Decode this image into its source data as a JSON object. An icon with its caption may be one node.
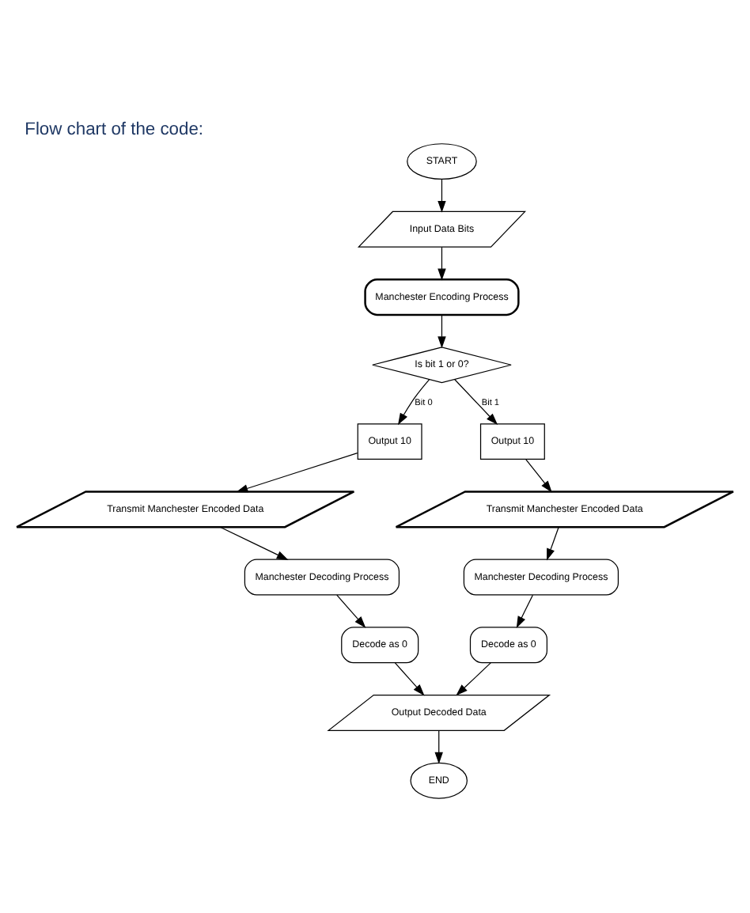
{
  "diagram": {
    "title": "Flow chart of the code:",
    "nodes": [
      {
        "text": [
          "START"
        ]
      },
      {
        "text": [
          "Input Data Bits"
        ]
      },
      {
        "text": [
          "Manchester Encoding Process"
        ]
      },
      {
        "text": [
          "Is bit 1 or 0?"
        ]
      },
      {
        "text": [
          "Output 10"
        ]
      },
      {
        "text": [
          "Output 10"
        ]
      },
      {
        "text": [
          "Transmit Manchester Encoded Data"
        ]
      },
      {
        "text": [
          "Transmit Manchester Encoded Data"
        ]
      },
      {
        "text": [
          "Manchester Decoding Process"
        ]
      },
      {
        "text": [
          "Manchester Decoding Process"
        ]
      },
      {
        "text": [
          "Decode as 0"
        ]
      },
      {
        "text": [
          "Decode as 0"
        ]
      },
      {
        "text": [
          "Output Decoded Data"
        ]
      },
      {
        "text": [
          "END"
        ]
      }
    ],
    "edges": [
      {
        "from": 0,
        "to": 1,
        "arrow": "to"
      },
      {
        "from": 1,
        "to": 2,
        "arrow": "to"
      },
      {
        "from": 2,
        "to": 3,
        "arrow": "to"
      },
      {
        "from": 3,
        "to": 4,
        "arrow": "to",
        "label": "Bit 0"
      },
      {
        "from": 3,
        "to": 5,
        "arrow": "to",
        "label": "Bit 1"
      },
      {
        "from": 4,
        "to": 6,
        "arrow": "to"
      },
      {
        "from": 5,
        "to": 7,
        "arrow": "to"
      },
      {
        "from": 6,
        "to": 8,
        "arrow": "to"
      },
      {
        "from": 7,
        "to": 9,
        "arrow": "to"
      },
      {
        "from": 8,
        "to": 10,
        "arrow": "to"
      },
      {
        "from": 9,
        "to": 11,
        "arrow": "to"
      },
      {
        "from": 10,
        "to": 12,
        "arrow": "to"
      },
      {
        "from": 11,
        "to": 12,
        "arrow": "to"
      },
      {
        "from": 12,
        "to": 13,
        "arrow": "to"
      }
    ]
  }
}
